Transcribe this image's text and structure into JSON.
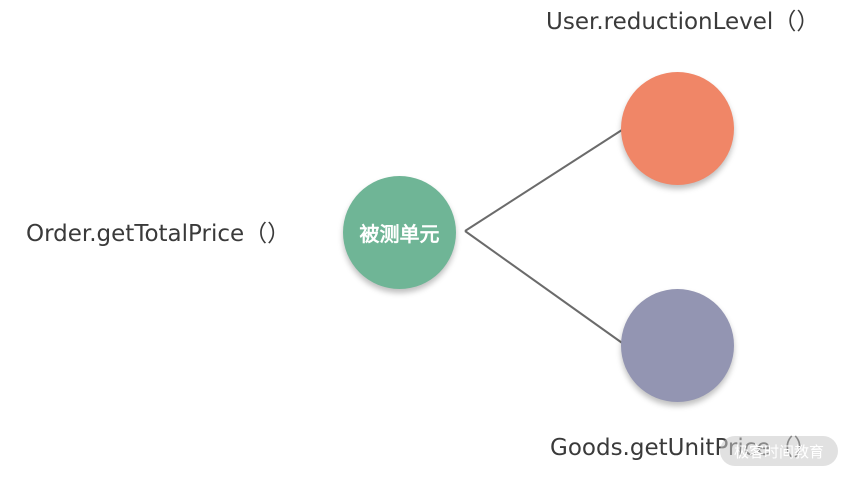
{
  "nodes": {
    "center": {
      "label": "被测单元",
      "color": "#6fb596"
    },
    "user": {
      "label": "User.reductionLevel（）",
      "color": "#f08667"
    },
    "goods": {
      "label": "Goods.getUnitPrice（）",
      "color": "#9395b2"
    },
    "order": {
      "label": "Order.getTotalPrice（）"
    }
  },
  "edge_color": "#6b6b6b",
  "watermark": {
    "text": "极客时间教育"
  }
}
